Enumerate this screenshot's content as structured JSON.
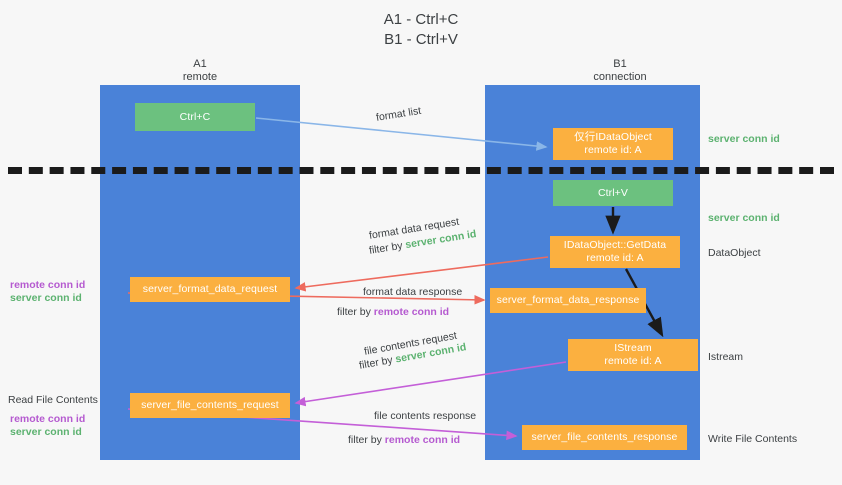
{
  "title": {
    "line1": "A1 - Ctrl+C",
    "line2": "B1 - Ctrl+V"
  },
  "columns": [
    {
      "name": "A1",
      "sub": "remote"
    },
    {
      "name": "B1",
      "sub": "connection"
    }
  ],
  "colors": {
    "lane": "#4a82d8",
    "green_node": "#6cc17f",
    "orange_node": "#fbb040",
    "server_conn_id": "#5cb270",
    "remote_conn_id": "#b55ad0",
    "arrow_blue": "#8ab6e8",
    "arrow_red": "#ee6b5e",
    "arrow_magenta": "#c45fd8",
    "arrow_dark": "#1b1b1b",
    "separator": "#1b1b1b"
  },
  "nodes": {
    "ctrl_c": {
      "label": "Ctrl+C"
    },
    "dataobject": {
      "line1": "仅行IDataObject",
      "line2": "remote id: A"
    },
    "ctrl_v": {
      "label": "Ctrl+V"
    },
    "getdata": {
      "line1": "IDataObject::GetData",
      "line2": "remote id: A"
    },
    "istream": {
      "line1": "IStream",
      "line2": "remote id: A"
    },
    "server_format_data_request": {
      "label": "server_format_data_request"
    },
    "server_format_data_response": {
      "label": "server_format_data_response"
    },
    "server_file_contents_request": {
      "label": "server_file_contents_request"
    },
    "server_file_contents_response": {
      "label": "server_file_contents_response"
    }
  },
  "edge_labels": {
    "format_list": "format list",
    "format_data_request": "format data request",
    "filter_by_prefix": "filter by ",
    "server_conn_id": "server conn id",
    "remote_conn_id": "remote conn id",
    "format_data_response": "format data response",
    "file_contents_request": "file contents request",
    "file_contents_response": "file contents response"
  },
  "side_labels": {
    "server_conn_id_top": "server conn id",
    "server_conn_id_mid": "server conn id",
    "dataobject": "DataObject",
    "istream": "Istream",
    "write_file_contents": "Write File Contents",
    "read_file_contents": "Read File Contents",
    "remote_conn_id": "remote conn id",
    "server_conn_id": "server conn id"
  }
}
